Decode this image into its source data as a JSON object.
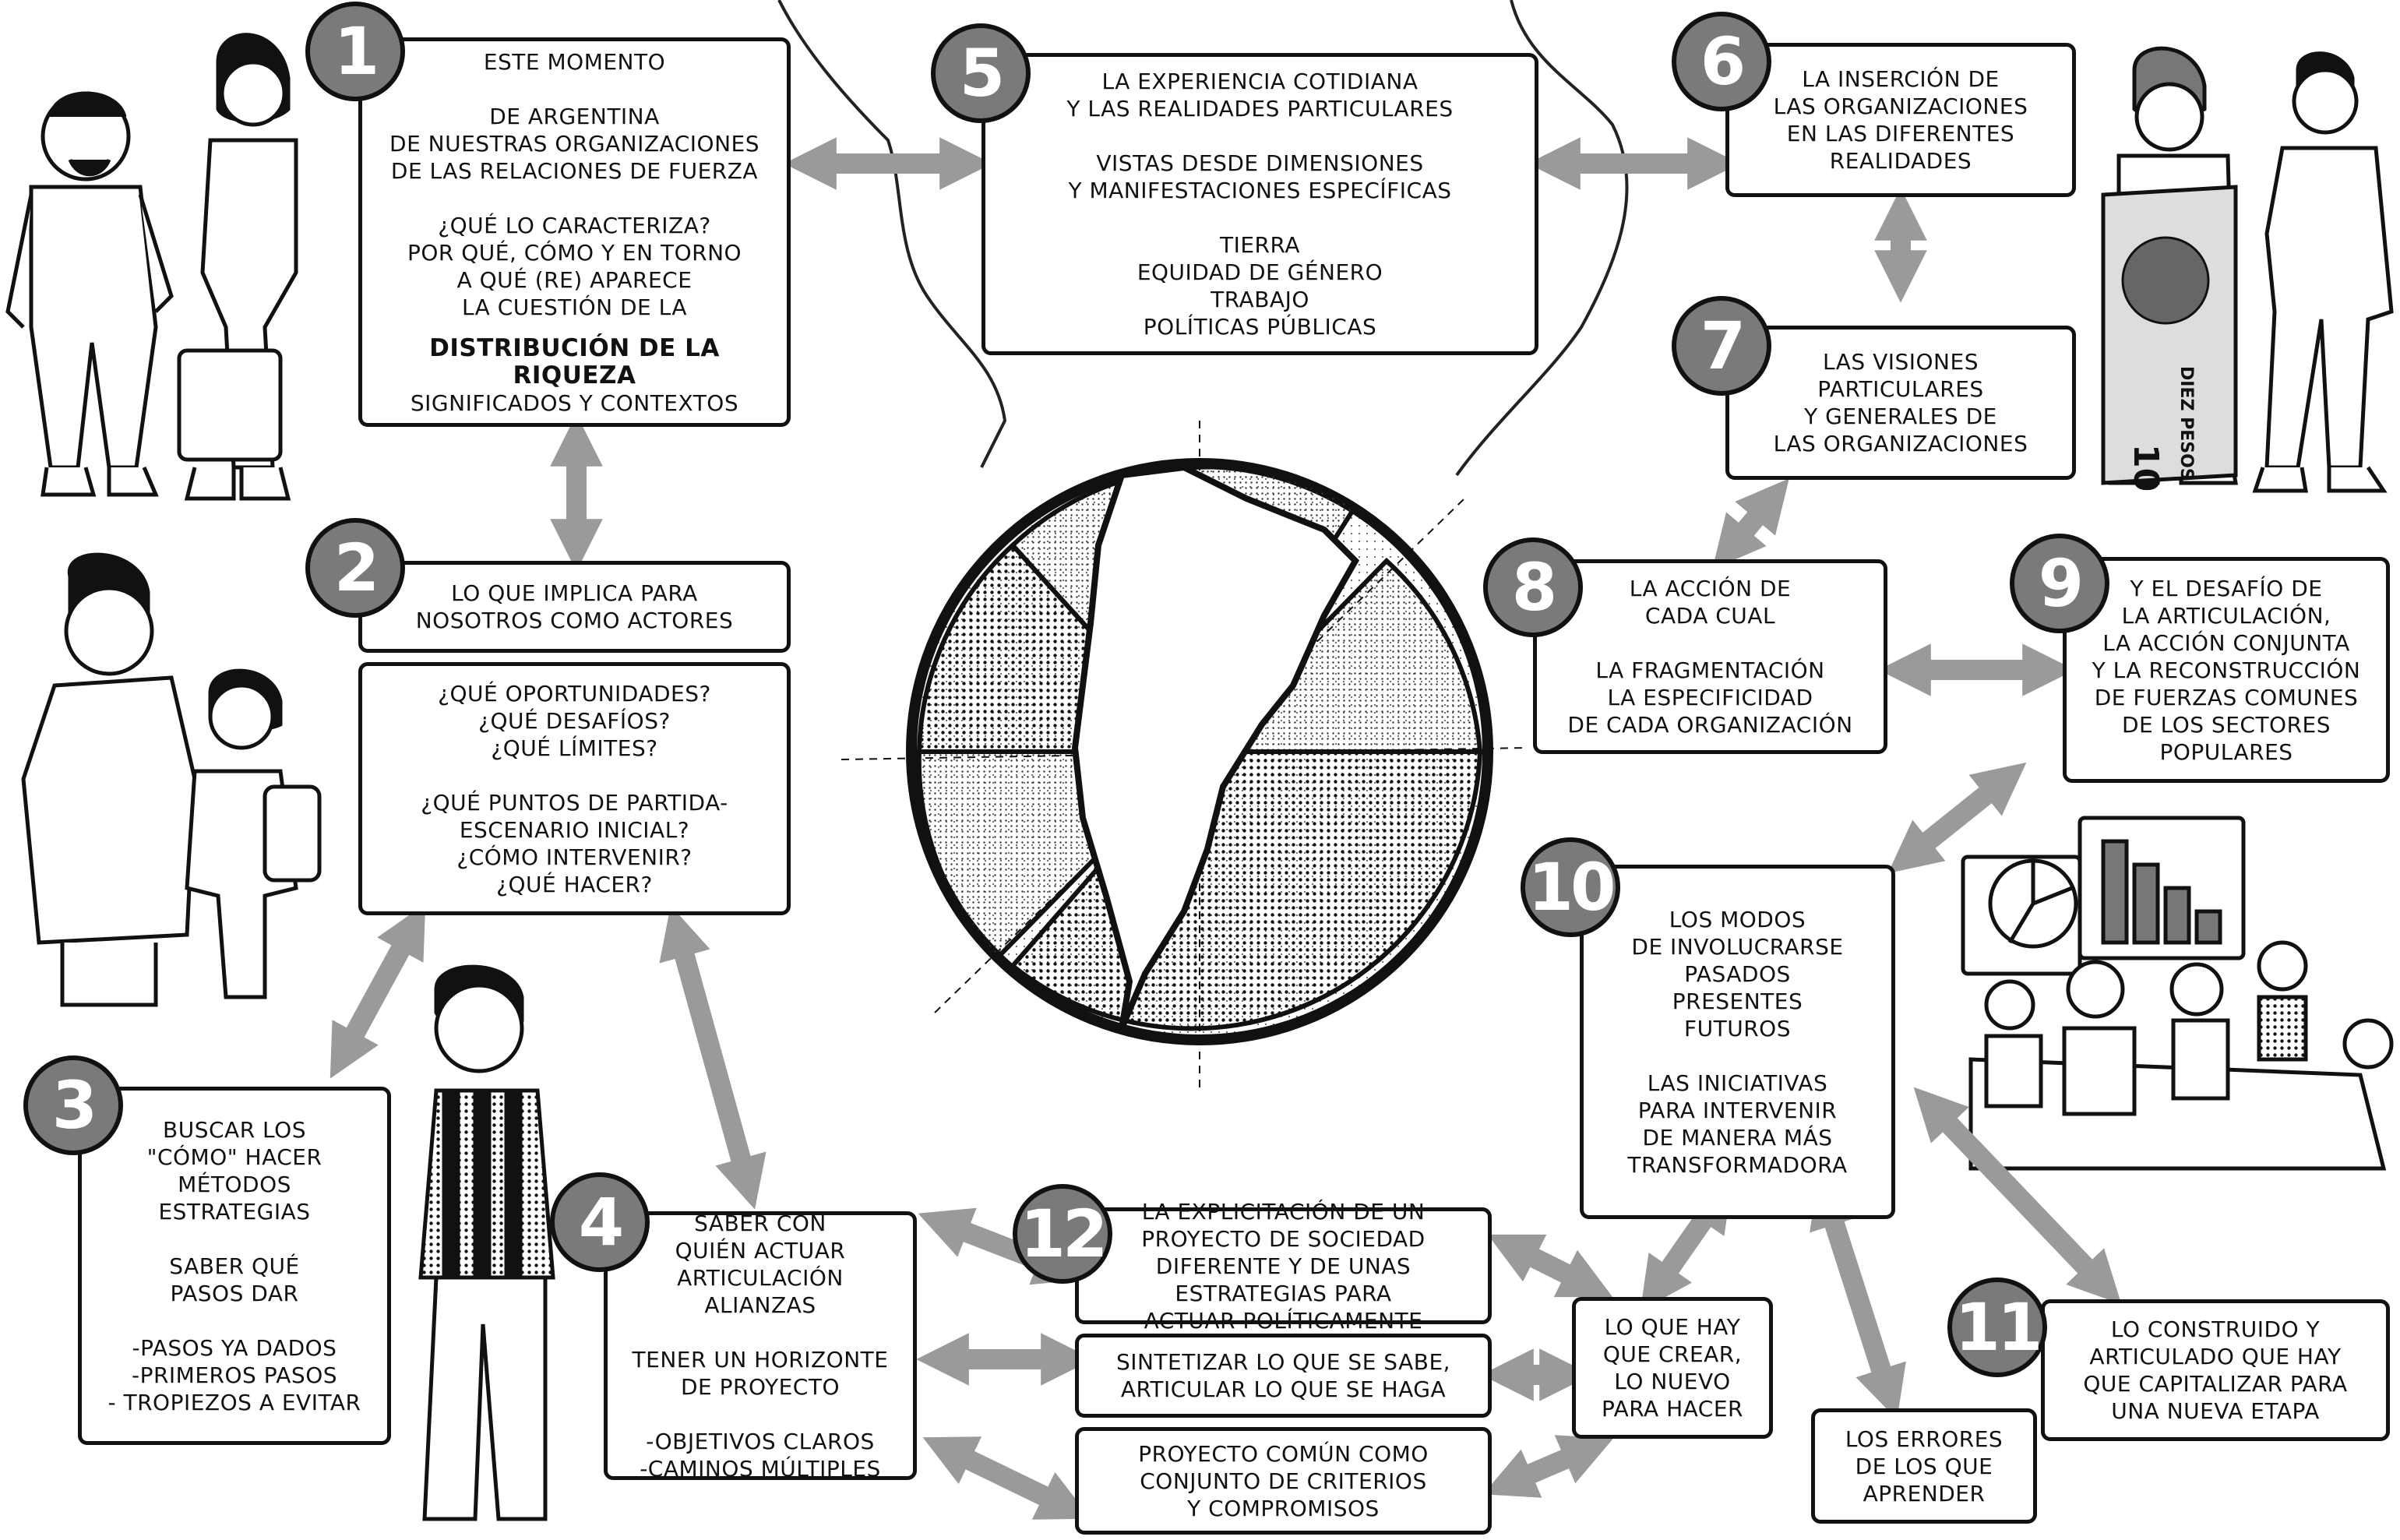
{
  "colors": {
    "arrow": "#9a9a9a",
    "badge": "#7a7a7a",
    "ink": "#111111"
  },
  "boxes": {
    "b1": {
      "num": "1",
      "lines": [
        "ESTE MOMENTO",
        "",
        "DE ARGENTINA",
        "DE NUESTRAS ORGANIZACIONES",
        "DE LAS RELACIONES DE FUERZA",
        "",
        "¿QUÉ LO CARACTERIZA?",
        "POR QUÉ, CÓMO Y EN TORNO",
        "A QUÉ (RE) APARECE",
        "LA CUESTIÓN DE LA",
        ""
      ],
      "emphasis": "DISTRIBUCIÓN DE LA RIQUEZA",
      "tail": "SIGNIFICADOS Y CONTEXTOS"
    },
    "b2": {
      "num": "2",
      "lines": [
        "LO QUE IMPLICA PARA",
        "NOSOTROS COMO ACTORES"
      ]
    },
    "b2b": {
      "lines": [
        "¿QUÉ OPORTUNIDADES?",
        "¿QUÉ DESAFÍOS?",
        "¿QUÉ LÍMITES?",
        "",
        "¿QUÉ PUNTOS DE PARTIDA-",
        "ESCENARIO INICIAL?",
        "¿CÓMO INTERVENIR?",
        "¿QUÉ HACER?"
      ]
    },
    "b3": {
      "num": "3",
      "lines": [
        "BUSCAR LOS",
        "\"CÓMO\" HACER",
        "MÉTODOS",
        "ESTRATEGIAS",
        "",
        "SABER QUÉ",
        "PASOS DAR",
        "",
        "-PASOS YA DADOS",
        "-PRIMEROS PASOS",
        "- TROPIEZOS A EVITAR"
      ]
    },
    "b4": {
      "num": "4",
      "lines": [
        "SABER CON",
        "QUIÉN ACTUAR",
        "ARTICULACIÓN",
        "ALIANZAS",
        "",
        "TENER UN HORIZONTE",
        "DE PROYECTO",
        "",
        "-OBJETIVOS CLAROS",
        "-CAMINOS MÚLTIPLES"
      ]
    },
    "b5": {
      "num": "5",
      "lines": [
        "LA EXPERIENCIA COTIDIANA",
        "Y LAS REALIDADES PARTICULARES",
        "",
        "VISTAS DESDE DIMENSIONES",
        "Y MANIFESTACIONES ESPECÍFICAS",
        "",
        "TIERRA",
        "EQUIDAD DE GÉNERO",
        "TRABAJO",
        "POLÍTICAS PÚBLICAS"
      ]
    },
    "b6": {
      "num": "6",
      "lines": [
        "LA INSERCIÓN DE",
        "LAS ORGANIZACIONES",
        "EN LAS DIFERENTES",
        "REALIDADES"
      ]
    },
    "b7": {
      "num": "7",
      "lines": [
        "LAS VISIONES",
        "PARTICULARES",
        "Y GENERALES DE",
        "LAS ORGANIZACIONES"
      ]
    },
    "b8": {
      "num": "8",
      "lines": [
        "LA ACCIÓN DE",
        "CADA CUAL",
        "",
        "LA FRAGMENTACIÓN",
        "LA ESPECIFICIDAD",
        "DE CADA ORGANIZACIÓN"
      ]
    },
    "b9": {
      "num": "9",
      "lines": [
        "Y EL DESAFÍO DE",
        "LA ARTICULACIÓN,",
        "LA ACCIÓN CONJUNTA",
        "Y LA RECONSTRUCCIÓN",
        "DE FUERZAS COMUNES",
        "DE LOS SECTORES",
        "POPULARES"
      ]
    },
    "b10": {
      "num": "10",
      "lines": [
        "LOS MODOS",
        "DE INVOLUCRARSE",
        "PASADOS",
        "PRESENTES",
        "FUTUROS",
        "",
        "LAS INICIATIVAS",
        "PARA INTERVENIR",
        "DE MANERA MÁS",
        "TRANSFORMADORA"
      ]
    },
    "b11": {
      "num": "11",
      "lines": [
        "LO CONSTRUIDO Y",
        "ARTICULADO QUE HAY",
        "QUE CAPITALIZAR PARA",
        "UNA NUEVA ETAPA"
      ]
    },
    "b12": {
      "num": "12",
      "lines": [
        "LA EXPLICITACIÓN DE UN",
        "PROYECTO DE SOCIEDAD",
        "DIFERENTE Y DE UNAS",
        "ESTRATEGIAS PARA",
        "ACTUAR POLÍTICAMENTE"
      ]
    },
    "b12b": {
      "lines": [
        "SINTETIZAR LO QUE SE SABE,",
        "ARTICULAR LO QUE SE HAGA"
      ]
    },
    "b12c": {
      "lines": [
        "PROYECTO COMÚN COMO",
        "CONJUNTO DE CRITERIOS",
        "Y COMPROMISOS"
      ]
    },
    "bcrear": {
      "lines": [
        "LO QUE HAY",
        "QUE CREAR,",
        "LO NUEVO",
        "PARA HACER"
      ]
    },
    "berrores": {
      "lines": [
        "LOS ERRORES",
        "DE LOS QUE",
        "APRENDER"
      ]
    }
  },
  "illustrations": {
    "map": "south-america-globe",
    "banknote": {
      "lines": [
        "DIEZ PESOS",
        "10"
      ]
    }
  }
}
